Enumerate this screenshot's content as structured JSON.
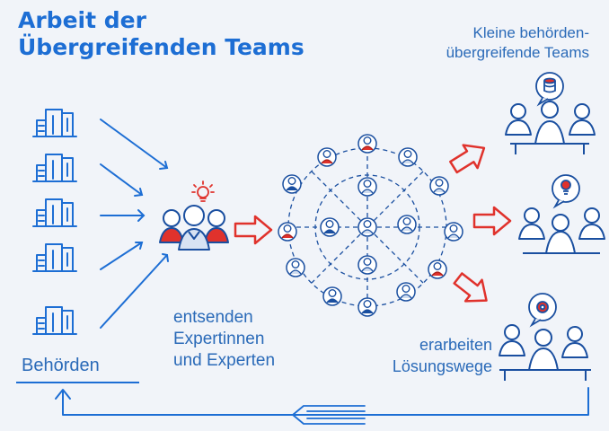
{
  "title": {
    "line1": "Arbeit der",
    "line2": "Übergreifenden Teams"
  },
  "right_caption": {
    "line1": "Kleine behörden-",
    "line2": "übergreifende Teams"
  },
  "left_label": "Behörden",
  "middle_caption": {
    "line1": "entsenden",
    "line2": "Expertinnen",
    "line3": "und Experten"
  },
  "bottom_right_caption": {
    "line1": "erarbeiten",
    "line2": "Lösungswege"
  },
  "colors": {
    "blue": "#1d6ed4",
    "dark_blue": "#1a4fa0",
    "red": "#e0322c",
    "background": "#f1f4f9"
  },
  "icons": [
    "building-icon",
    "expert-group-icon",
    "idea-lightbulb-icon",
    "network-icon",
    "team-meeting-icon",
    "database-bubble-icon",
    "lightbulb-bubble-icon",
    "gear-bubble-icon"
  ]
}
